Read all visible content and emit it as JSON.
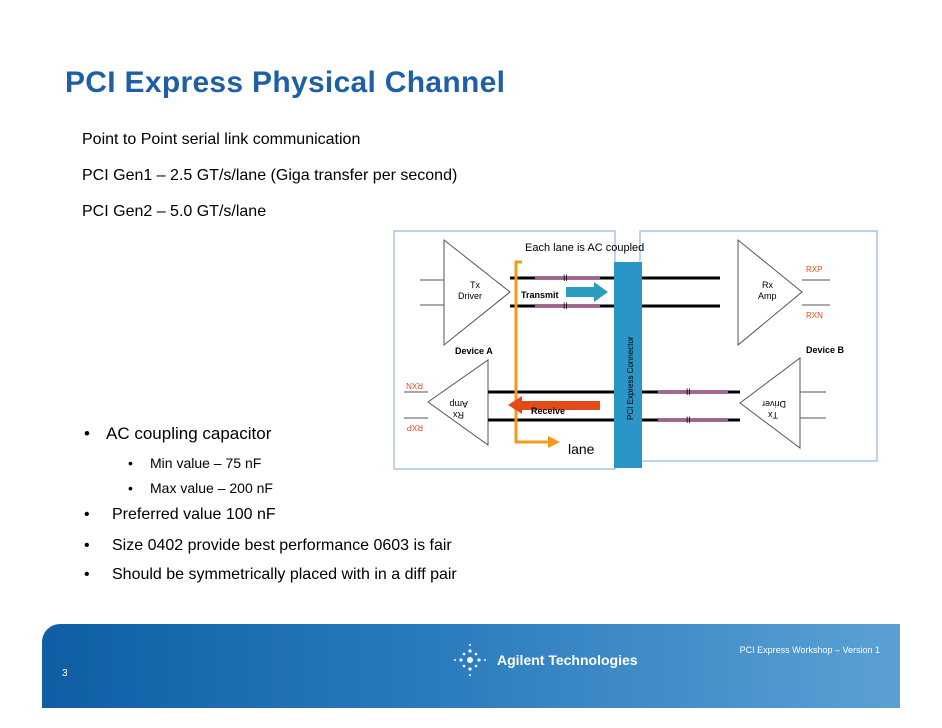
{
  "title": "PCI Express Physical Channel",
  "intro": [
    "Point to Point serial link communication",
    "PCI Gen1 – 2.5 GT/s/lane  (Giga transfer per second)",
    "PCI Gen2 – 5.0 GT/s/lane"
  ],
  "bullets": {
    "cap": "AC coupling capacitor",
    "min": "Min  value – 75 nF",
    "max": "Max value – 200 nF",
    "preferred": "Preferred value 100 nF",
    "size": "Size 0402 provide best performance 0603 is fair",
    "sym": "Should be symmetrically placed with in a diff pair"
  },
  "diagram": {
    "ac_coupled": "Each lane is AC coupled",
    "transmit": "Transmit",
    "receive": "Receive",
    "lane": "lane",
    "connector": "PCI Express Connector",
    "device_a": "Device A",
    "device_b": "Device B",
    "tx": "Tx",
    "driver": "Driver",
    "rx": "Rx",
    "amp": "Amp",
    "rxp": "RXP",
    "rxn": "RXN",
    "colors": {
      "orange": "#f39a1e",
      "teal": "#2b9bbf",
      "red": "#e34a17",
      "connector": "#2a95c6",
      "diffpair": "#c0509a"
    }
  },
  "footer": {
    "logo": "Agilent Technologies",
    "workshop": "PCI Express Workshop – Version 1",
    "page": "3"
  }
}
